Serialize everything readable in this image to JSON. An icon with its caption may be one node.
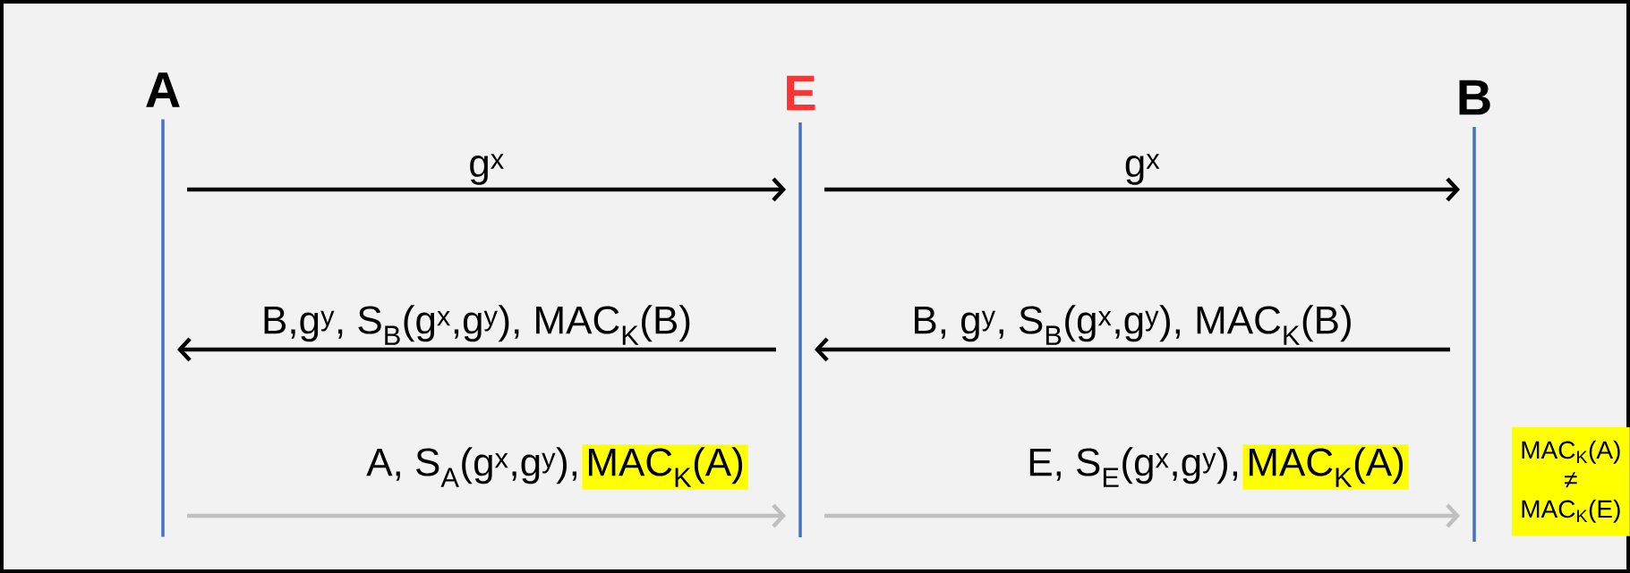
{
  "diagram": {
    "nodes": [
      {
        "text": [
          "A"
        ]
      },
      {
        "text": [
          "E"
        ]
      },
      {
        "text": [
          "B"
        ]
      },
      {
        "text": [
          "MAC$_{K}$(A)"
        ]
      },
      {
        "text": [
          "MAC$_{K}$(A)"
        ]
      },
      {
        "text": [
          "MAC$_{K}$(A) ≠ MAC$_{K}$(E)"
        ]
      }
    ],
    "edges": [
      {
        "from": 0,
        "to": 1,
        "arrow": "to",
        "label": "g$^{x}$"
      },
      {
        "from": 1,
        "to": 2,
        "arrow": "to",
        "label": "g$^{x}$"
      },
      {
        "from": 1,
        "to": 0,
        "arrow": "to",
        "label": "B,g$^{y}$, S$_{B}$(g$^{x}$,g$^{y}$), MAC$_{K}$(B)"
      },
      {
        "from": 2,
        "to": 1,
        "arrow": "to",
        "label": "B, g$^{y}$, S$_{B}$(g$^{x}$,g$^{y}$), MAC$_{K}$(B)"
      },
      {
        "from": 0,
        "to": 1,
        "arrow": "to",
        "label": "A, S$_{A}$(g$^{x}$,g$^{y}$),",
        "color": "#bfbfbf"
      },
      {
        "from": 1,
        "to": 2,
        "arrow": "to",
        "label": "E, S$_{E}$(g$^{x}$,g$^{y}$),",
        "color": "#bfbfbf"
      }
    ]
  }
}
